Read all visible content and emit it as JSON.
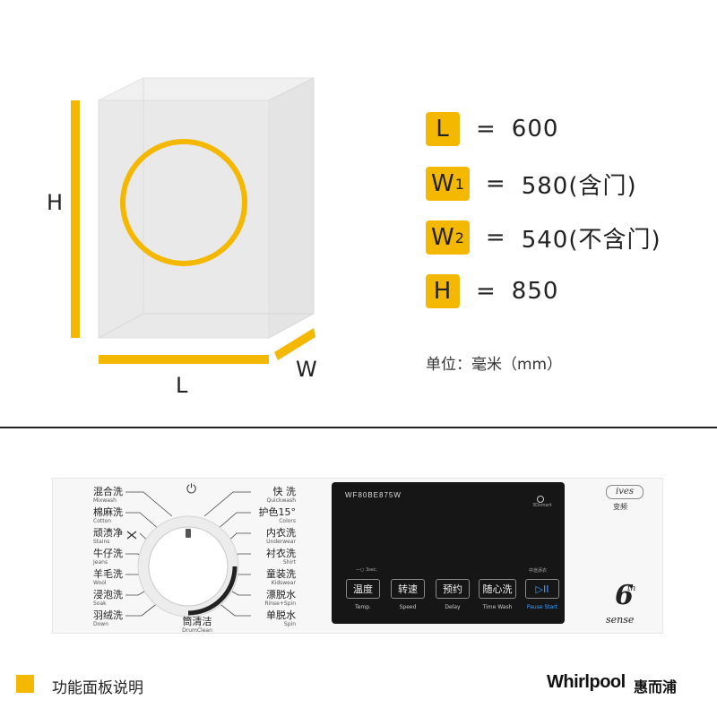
{
  "dimensions": {
    "labels": {
      "height": "H",
      "length": "L",
      "width": "W"
    },
    "specs": [
      {
        "key": "L",
        "sub": "",
        "value": "600"
      },
      {
        "key": "W",
        "sub": "1",
        "value": "580(含门)"
      },
      {
        "key": "W",
        "sub": "2",
        "value": "540(不含门)"
      },
      {
        "key": "H",
        "sub": "",
        "value": "850"
      }
    ],
    "equals": "=",
    "unit": "单位：毫米（mm）"
  },
  "panel": {
    "left_programs": [
      {
        "cn": "混合洗",
        "en": "Mixwash"
      },
      {
        "cn": "棉麻洗",
        "en": "Cotton"
      },
      {
        "cn": "顽渍净",
        "en": "Stains"
      },
      {
        "cn": "牛仔洗",
        "en": "Jeans"
      },
      {
        "cn": "羊毛洗",
        "en": "Wool"
      },
      {
        "cn": "浸泡洗",
        "en": "Soak"
      },
      {
        "cn": "羽绒洗",
        "en": "Down"
      }
    ],
    "right_programs": [
      {
        "cn": "快 洗",
        "en": "Quickwash"
      },
      {
        "cn": "护色15°",
        "en": "Colors"
      },
      {
        "cn": "内衣洗",
        "en": "Underwear"
      },
      {
        "cn": "衬衣洗",
        "en": "Shirt"
      },
      {
        "cn": "童装洗",
        "en": "Kidswear"
      },
      {
        "cn": "漂脱水",
        "en": "Rinse+Spin"
      },
      {
        "cn": "单脱水",
        "en": "Spin"
      }
    ],
    "bottom_program": {
      "cn": "筒清洁",
      "en": "DrumClean"
    },
    "power_symbol": "⏻",
    "display": {
      "model": "WF80BE875W",
      "smart_label": "3Dsmart",
      "top_left_hint": "—○ 3sec.",
      "top_right_hint": "中途添衣",
      "buttons": [
        {
          "cn": "温度",
          "en": "Temp."
        },
        {
          "cn": "转速",
          "en": "Speed"
        },
        {
          "cn": "预约",
          "en": "Delay"
        },
        {
          "cn": "随心洗",
          "en": "Time Wash"
        },
        {
          "cn": "▷II",
          "en": "Pause Start"
        }
      ]
    },
    "badges": {
      "ives_brand": "ives",
      "ives_cn": "变频",
      "sense_number": "6",
      "sense_sup": "th",
      "sense_word": "sense"
    }
  },
  "footer": {
    "title": "功能面板说明",
    "brand": "Whirlpool",
    "brand_cn": "惠而浦"
  },
  "colors": {
    "accent": "#f5b800",
    "display_bg": "#161616",
    "pause_blue": "#3aa0ff"
  }
}
